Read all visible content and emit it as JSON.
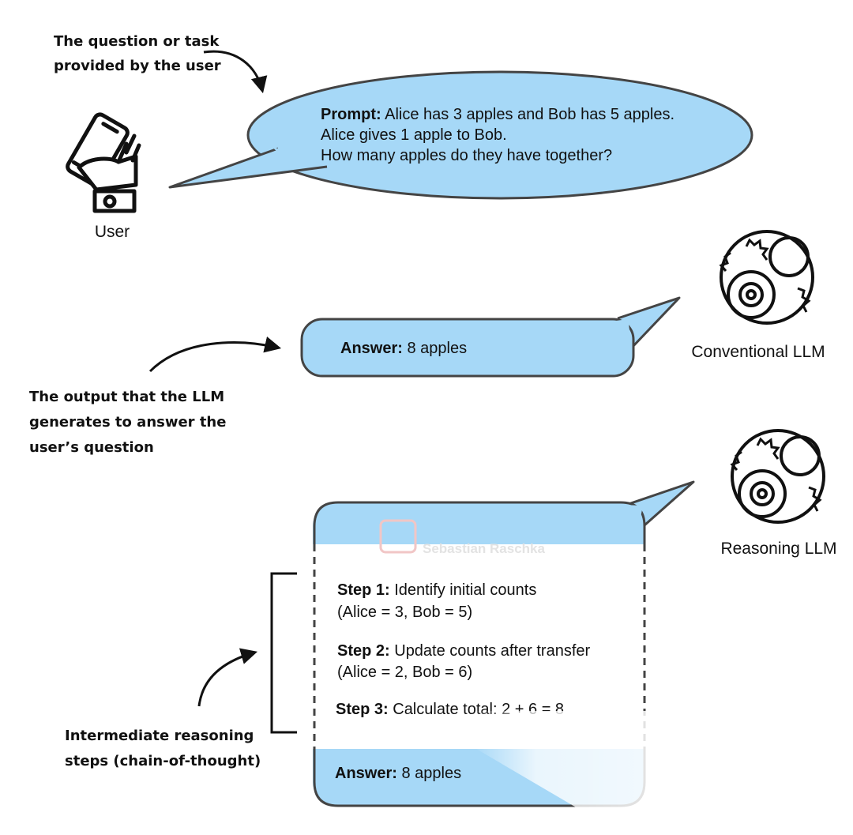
{
  "annotations": {
    "user_question": [
      "The question or task",
      "provided by the user"
    ],
    "llm_output": [
      "The output that the LLM",
      "generates to answer the",
      "user’s question"
    ],
    "intermediate": [
      "Intermediate reasoning",
      "steps (chain-of-thought)"
    ]
  },
  "user": {
    "label": "User"
  },
  "prompt": {
    "prefix": "Prompt:",
    "line1": " Alice has 3 apples and Bob has 5 apples.",
    "line2": "Alice gives 1 apple to Bob.",
    "line3": "How many apples do they have together?"
  },
  "conventional": {
    "label": "Conventional LLM",
    "answer_prefix": "Answer:",
    "answer_text": " 8 apples"
  },
  "reasoning": {
    "label": "Reasoning LLM",
    "steps": [
      {
        "prefix": "Step 1:",
        "text": " Identify initial counts",
        "detail": "(Alice = 3, Bob = 5)"
      },
      {
        "prefix": "Step 2:",
        "text": " Update counts after transfer",
        "detail": "(Alice = 2, Bob = 6)"
      },
      {
        "prefix": "Step 3:",
        "text": " Calculate total: 2 + 6 = 8",
        "detail": ""
      }
    ],
    "answer_prefix": "Answer:",
    "answer_text": " 8 apples"
  },
  "watermark": "Sebastian Raschka",
  "colors": {
    "bubble_fill": "#a6d8f7",
    "outline": "#444444"
  }
}
